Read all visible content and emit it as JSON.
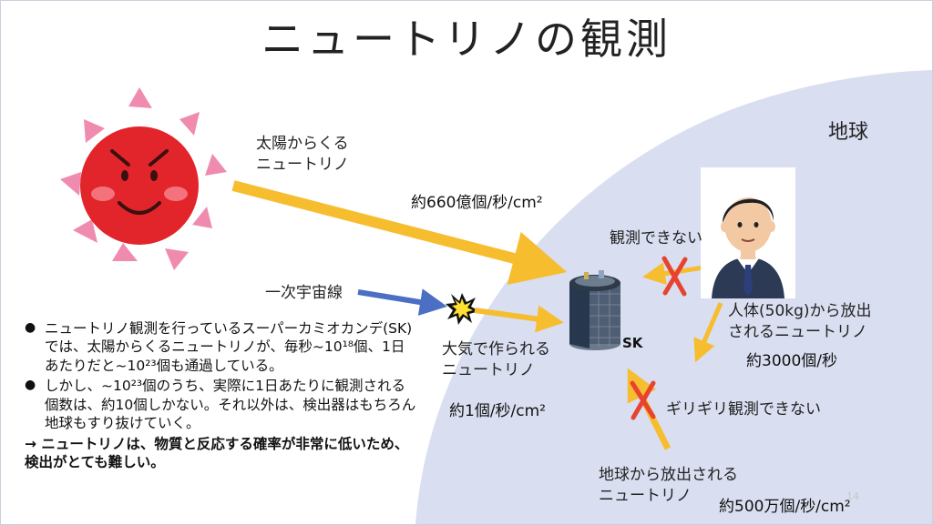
{
  "title": "ニュートリノの観測",
  "earth_label": "地球",
  "sources": {
    "solar": {
      "label_line1": "太陽からくる",
      "label_line2": "ニュートリノ",
      "rate": "約660億個/秒/cm²"
    },
    "cosmic_ray": {
      "label": "一次宇宙線"
    },
    "atmospheric": {
      "label_line1": "大気で作られる",
      "label_line2": "ニュートリノ",
      "rate": "約1個/秒/cm²"
    },
    "human": {
      "label_line1": "人体(50kg)から放出",
      "label_line2": "されるニュートリノ",
      "rate": "約3000個/秒"
    },
    "earth": {
      "label_line1": "地球から放出される",
      "label_line2": "ニュートリノ",
      "rate": "約500万個/秒/cm²"
    }
  },
  "detector_label": "SK",
  "not_observable": "観測できない",
  "barely_not_observable": "ギリギリ観測できない",
  "bullets": [
    "ニュートリノ観測を行っているスーパーカミオカンデ(SK)では、太陽からくるニュートリノが、毎秒~10¹⁸個、1日あたりだと~10²³個も通過している。",
    "しかし、~10²³個のうち、実際に1日あたりに観測される個数は、約10個しかない。それ以外は、検出器はもちろん地球もすり抜けていく。"
  ],
  "conclusion": "→ ニュートリノは、物質と反応する確率が非常に低いため、検出がとても難しい。",
  "page_number": "14",
  "colors": {
    "earth_fill": "#d9def0",
    "arrow_orange": "#f6bd2f",
    "arrow_blue": "#4a6fc4",
    "cross_red": "#e8432e",
    "sun_red": "#e2252b",
    "sun_ray_pink": "#f08bb0"
  }
}
